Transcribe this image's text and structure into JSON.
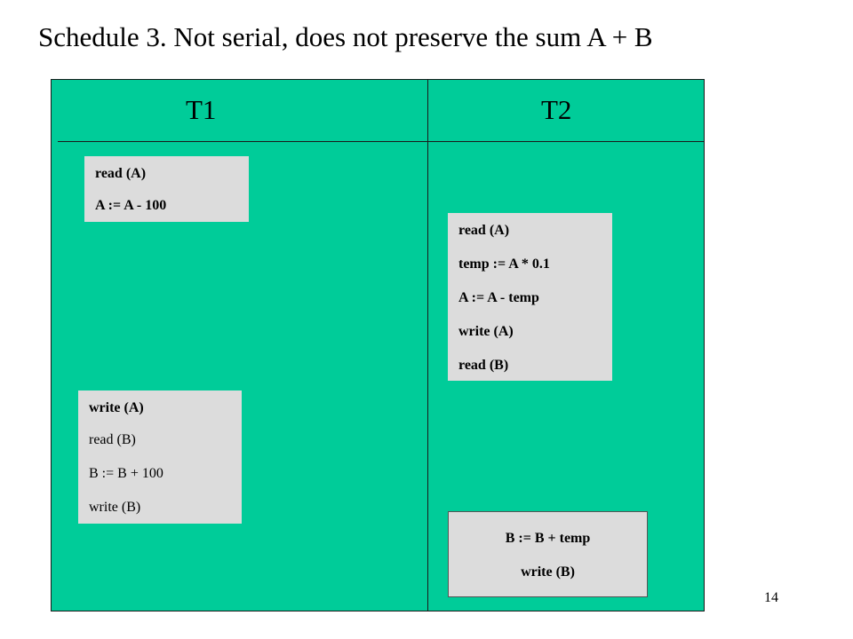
{
  "slide": {
    "title": "Schedule 3.  Not serial, does not preserve the sum A + B",
    "page_number": "14",
    "panel_color": "#00cc99",
    "box_color": "#dcdcdc"
  },
  "columns": {
    "t1_label": "T1",
    "t2_label": "T2"
  },
  "t1": {
    "block1": [
      "read (A)",
      "A := A - 100"
    ],
    "block2": [
      "write (A)",
      "read (B)",
      "B := B + 100",
      "write (B)"
    ]
  },
  "t2": {
    "block1": [
      "read (A)",
      "temp := A * 0.1",
      "A := A - temp",
      "write (A)",
      "read (B)"
    ],
    "block2": [
      "B := B + temp",
      "write (B)"
    ]
  }
}
